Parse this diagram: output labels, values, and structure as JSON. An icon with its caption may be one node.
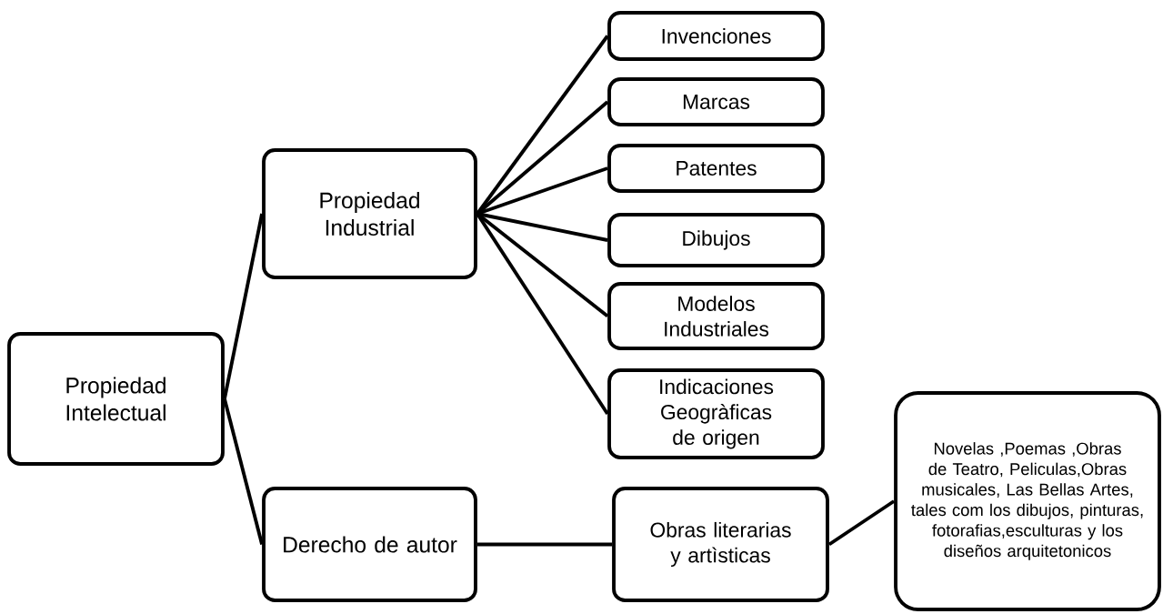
{
  "diagram": {
    "nodes": [
      {
        "text": [
          "Propiedad Intelectual"
        ]
      },
      {
        "text": [
          "Propiedad Industrial"
        ]
      },
      {
        "text": [
          "Invenciones"
        ]
      },
      {
        "text": [
          "Marcas"
        ]
      },
      {
        "text": [
          "Patentes"
        ]
      },
      {
        "text": [
          "Dibujos"
        ]
      },
      {
        "text": [
          "Modelos Industriales"
        ]
      },
      {
        "text": [
          "Indicaciones Geogràficas de origen"
        ]
      },
      {
        "text": [
          "Derecho de autor"
        ]
      },
      {
        "text": [
          "Obras literarias y artìsticas"
        ]
      },
      {
        "text": [
          "Novelas ,Poemas ,Obras de Teatro, Peliculas,Obras musicales, Las Bellas Artes, tales com los dibujos, pinturas, fotorafias,esculturas y los diseños arquitetonicos"
        ]
      }
    ],
    "edges": [
      {
        "from": 0,
        "to": 1,
        "arrow": "none"
      },
      {
        "from": 1,
        "to": 2,
        "arrow": "none"
      },
      {
        "from": 1,
        "to": 3,
        "arrow": "none"
      },
      {
        "from": 1,
        "to": 4,
        "arrow": "none"
      },
      {
        "from": 1,
        "to": 5,
        "arrow": "none"
      },
      {
        "from": 1,
        "to": 6,
        "arrow": "none"
      },
      {
        "from": 1,
        "to": 7,
        "arrow": "none"
      },
      {
        "from": 0,
        "to": 8,
        "arrow": "none"
      },
      {
        "from": 8,
        "to": 9,
        "arrow": "none"
      },
      {
        "from": 9,
        "to": 10,
        "arrow": "none"
      }
    ]
  }
}
